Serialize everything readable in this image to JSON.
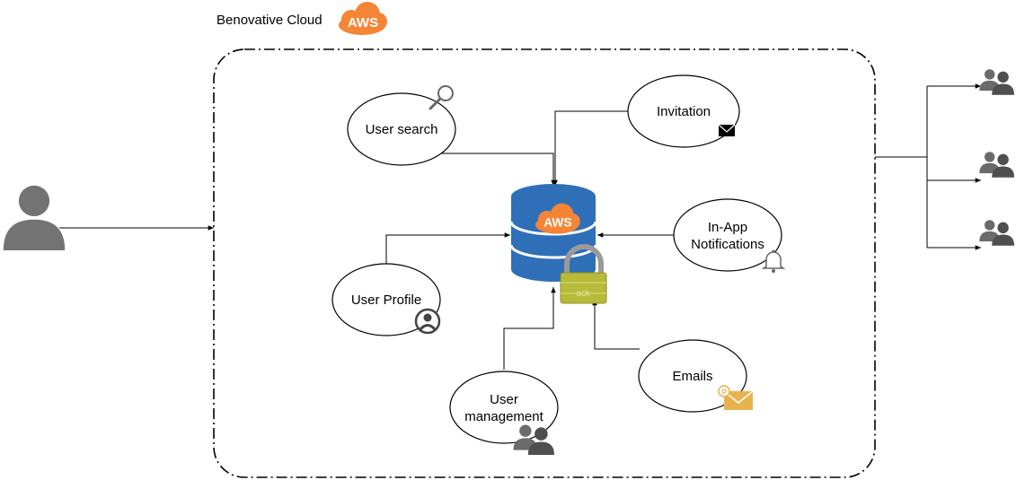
{
  "title": "Benovative Cloud",
  "cloud_badge": "AWS",
  "database_badge": "AWS",
  "lock_label": "ack",
  "nodes": {
    "user_search": "User search",
    "invitation": "Invitation",
    "in_app_notifications": [
      "In-App",
      "Notifications"
    ],
    "user_profile": "User Profile",
    "user_management": [
      "User",
      "management"
    ],
    "emails": "Emails"
  },
  "icons": {
    "brand": "aws-cloud-icon",
    "database": "database-icon",
    "lock": "padlock-icon",
    "search": "magnifier-icon",
    "envelope": "envelope-icon",
    "bell": "bell-icon",
    "profile": "user-circle-icon",
    "group": "user-group-icon",
    "email": "email-at-icon",
    "actor": "user-actor-icon"
  },
  "colors": {
    "aws_orange": "#F58536",
    "database_blue": "#2F6FB8",
    "lock_gold": "#B8BB3A",
    "person_gray": "#737373",
    "email_gold": "#E8B34D"
  }
}
